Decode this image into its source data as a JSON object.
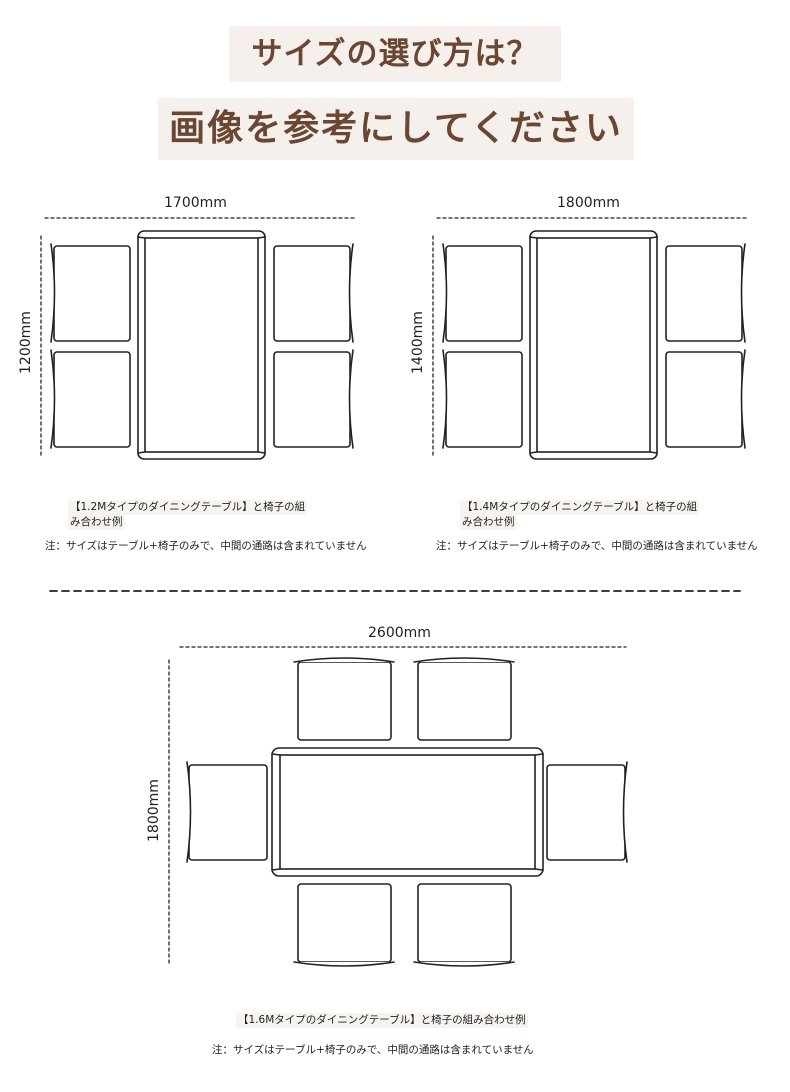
{
  "header": {
    "title_line1": "サイズの選び方は？",
    "title_line2": "画像を参考にしてください"
  },
  "colors": {
    "title_text": "#6b4633",
    "title_highlight": "#f6f0ec",
    "line": "#222222",
    "chair_fill": "#ffffff"
  },
  "layouts": [
    {
      "width_label": "1700mm",
      "depth_label": "1200mm",
      "caption_line1": "【1.2Mタイプのダイニングテーブル】と椅子の組",
      "caption_line2": "み合わせ例",
      "note": "注：サイズはテーブル+椅子のみで、中間の通路は含まれていません",
      "table_seats": 4
    },
    {
      "width_label": "1800mm",
      "depth_label": "1400mm",
      "caption_line1": "【1.4Mタイプのダイニングテーブル】と椅子の組",
      "caption_line2": "み合わせ例",
      "note": "注：サイズはテーブル+椅子のみで、中間の通路は含まれていません",
      "table_seats": 4
    },
    {
      "width_label": "2600mm",
      "depth_label": "1800mm",
      "caption_line1": "【1.6Mタイプのダイニングテーブル】と椅子の組み合わせ例",
      "note": "注：サイズはテーブル+椅子のみで、中間の通路は含まれていません",
      "table_seats": 6
    }
  ]
}
